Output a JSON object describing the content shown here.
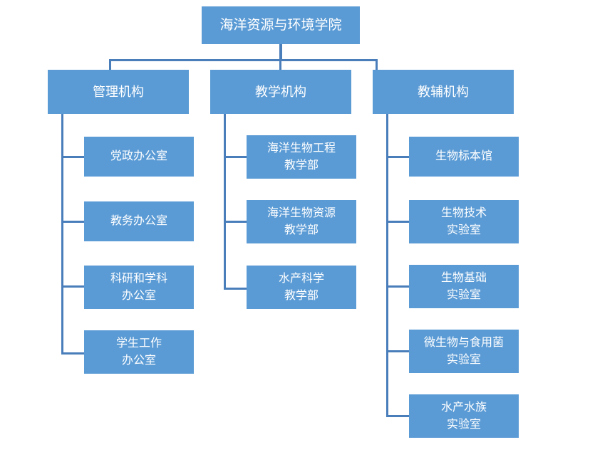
{
  "chart_data": {
    "type": "diagram",
    "diagram_type": "organization-chart",
    "title": "海洋资源与环境学院",
    "orientation": "top-down-then-left-vertical",
    "colors": {
      "node_fill": "#5B9BD5",
      "node_text": "#FFFFFF",
      "connector": "#4A7EBB",
      "background": "#FFFFFF"
    },
    "nodes": [
      {
        "id": "root",
        "label": "海洋资源与环境学院",
        "level": 0,
        "parent": null
      },
      {
        "id": "b1",
        "label": "管理机构",
        "level": 1,
        "parent": "root"
      },
      {
        "id": "b2",
        "label": "教学机构",
        "level": 1,
        "parent": "root"
      },
      {
        "id": "b3",
        "label": "教辅机构",
        "level": 1,
        "parent": "root"
      },
      {
        "id": "b1c1",
        "label": "党政办公室",
        "level": 2,
        "parent": "b1"
      },
      {
        "id": "b1c2",
        "label": "教务办公室",
        "level": 2,
        "parent": "b1"
      },
      {
        "id": "b1c3",
        "label": "科研和学科\n办公室",
        "level": 2,
        "parent": "b1"
      },
      {
        "id": "b1c4",
        "label": "学生工作\n办公室",
        "level": 2,
        "parent": "b1"
      },
      {
        "id": "b2c1",
        "label": "海洋生物工程\n教学部",
        "level": 2,
        "parent": "b2"
      },
      {
        "id": "b2c2",
        "label": "海洋生物资源\n教学部",
        "level": 2,
        "parent": "b2"
      },
      {
        "id": "b2c3",
        "label": "水产科学\n教学部",
        "level": 2,
        "parent": "b2"
      },
      {
        "id": "b3c1",
        "label": "生物标本馆",
        "level": 2,
        "parent": "b3"
      },
      {
        "id": "b3c2",
        "label": "生物技术\n实验室",
        "level": 2,
        "parent": "b3"
      },
      {
        "id": "b3c3",
        "label": "生物基础\n实验室",
        "level": 2,
        "parent": "b3"
      },
      {
        "id": "b3c4",
        "label": "微生物与食用菌\n实验室",
        "level": 2,
        "parent": "b3"
      },
      {
        "id": "b3c5",
        "label": "水产水族\n实验室",
        "level": 2,
        "parent": "b3"
      }
    ]
  },
  "root": {
    "label": "海洋资源与环境学院"
  },
  "branches": [
    {
      "label": "管理机构",
      "children": [
        {
          "label": "党政办公室"
        },
        {
          "label": "教务办公室"
        },
        {
          "label": "科研和学科\n办公室"
        },
        {
          "label": "学生工作\n办公室"
        }
      ]
    },
    {
      "label": "教学机构",
      "children": [
        {
          "label": "海洋生物工程\n教学部"
        },
        {
          "label": "海洋生物资源\n教学部"
        },
        {
          "label": "水产科学\n教学部"
        }
      ]
    },
    {
      "label": "教辅机构",
      "children": [
        {
          "label": "生物标本馆"
        },
        {
          "label": "生物技术\n实验室"
        },
        {
          "label": "生物基础\n实验室"
        },
        {
          "label": "微生物与食用菌\n实验室"
        },
        {
          "label": "水产水族\n实验室"
        }
      ]
    }
  ]
}
